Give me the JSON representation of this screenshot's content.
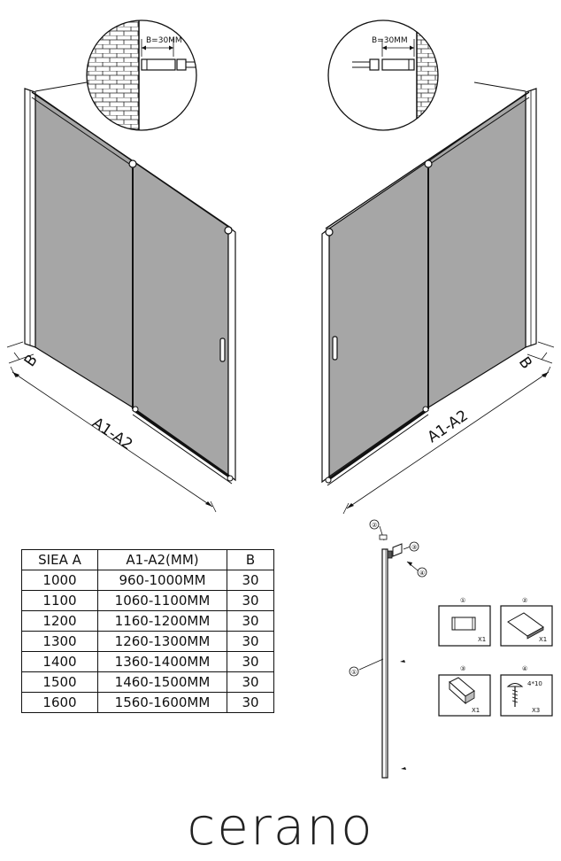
{
  "detail_left": {
    "label": "B=30MM"
  },
  "detail_right": {
    "label": "B=30MM"
  },
  "dimensions": {
    "left_b": "B",
    "left_a": "A1-A2",
    "right_b": "B",
    "right_a": "A1-A2"
  },
  "table": {
    "headers": [
      "SIEA A",
      "A1-A2(MM)",
      "B"
    ],
    "rows": [
      [
        "1000",
        "960-1000MM",
        "30"
      ],
      [
        "1100",
        "1060-1100MM",
        "30"
      ],
      [
        "1200",
        "1160-1200MM",
        "30"
      ],
      [
        "1300",
        "1260-1300MM",
        "30"
      ],
      [
        "1400",
        "1360-1400MM",
        "30"
      ],
      [
        "1500",
        "1460-1500MM",
        "30"
      ],
      [
        "1600",
        "1560-1600MM",
        "30"
      ]
    ]
  },
  "parts": {
    "callout_1": "①",
    "callout_2": "②",
    "callout_3": "③",
    "callout_4": "④",
    "box1_qty": "X1",
    "box2_qty": "X1",
    "box3_qty": "X1",
    "box4_qty": "X3",
    "box4_spec": "4*10"
  },
  "brand": "cerano"
}
